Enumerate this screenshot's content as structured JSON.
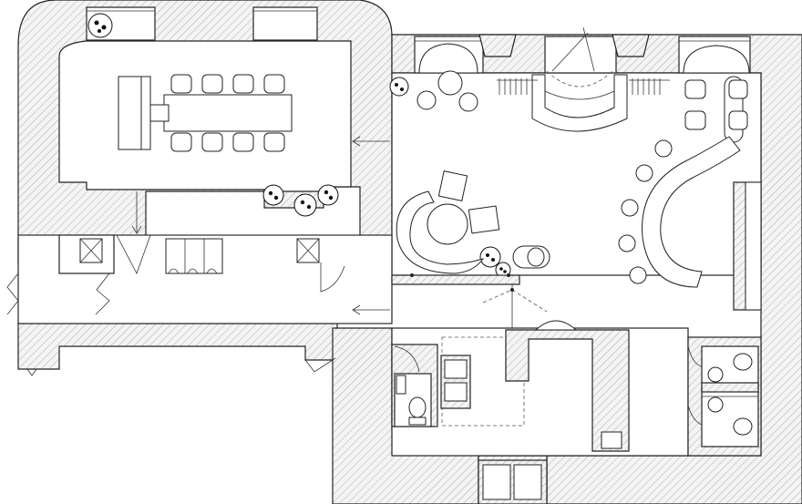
{
  "drawing": {
    "type": "architectural-floor-plan",
    "rooms": [
      "meeting-room",
      "lounge",
      "reception-bar",
      "kitchenette",
      "toilets",
      "corridor"
    ],
    "colors": {
      "line": "#222222",
      "hatch": "#9a9a9a",
      "background": "#ffffff"
    }
  },
  "watermark": {
    "text": ""
  }
}
